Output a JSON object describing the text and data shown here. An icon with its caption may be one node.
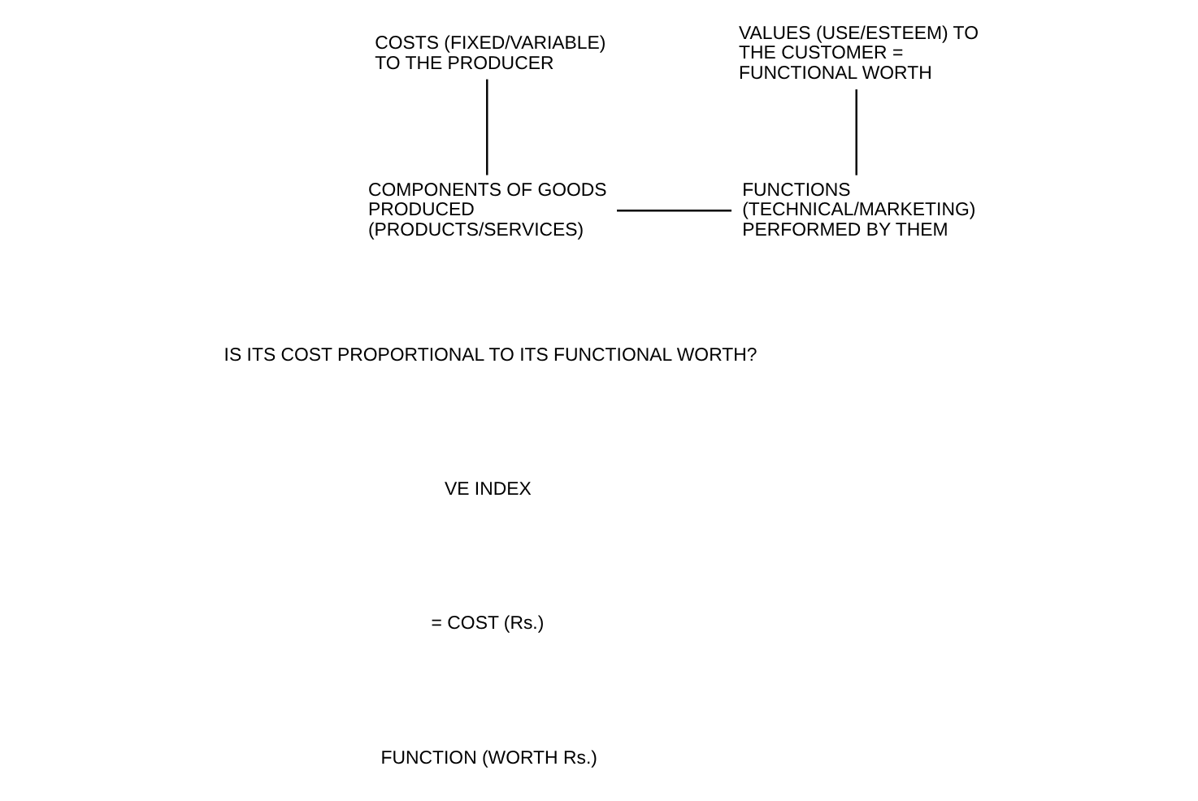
{
  "diagram": {
    "nodes": [
      {
        "text": [
          "COSTS (FIXED/VARIABLE) TO THE PRODUCER"
        ]
      },
      {
        "text": [
          "VALUES (USE/ESTEEM) TO THE CUSTOMER = FUNCTIONAL WORTH"
        ]
      },
      {
        "text": [
          "COMPONENTS OF GOODS PRODUCED (PRODUCTS/SERVICES)"
        ]
      },
      {
        "text": [
          "FUNCTIONS (TECHNICAL/MARKETING) PERFORMED BY THEM"
        ]
      }
    ],
    "edges": [
      {
        "from": 0,
        "to": 2,
        "arrow": "none"
      },
      {
        "from": 1,
        "to": 3,
        "arrow": "none"
      },
      {
        "from": 2,
        "to": 3,
        "arrow": "none"
      }
    ],
    "labels": [
      "IS ITS COST PROPORTIONAL TO ITS FUNCTIONAL WORTH?",
      "VE INDEX",
      "= COST (Rs.)",
      "FUNCTION (WORTH Rs.)"
    ]
  }
}
